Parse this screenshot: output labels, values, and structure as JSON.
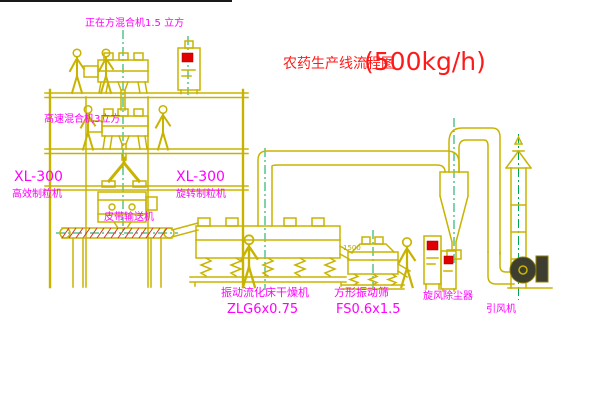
{
  "title": {
    "main": "农药生产线流程图",
    "capacity": "(500kg/h)"
  },
  "labels": {
    "mixer_top": "正在方混合机1.5 立方",
    "mixer_mid": "高速混合机3立方",
    "xl300_left": "XL-300",
    "granulator_left": "高效制粒机",
    "xl300_mid": "XL-300",
    "granulator_mid": "旋转制粒机",
    "belt_conveyor": "皮带输送机",
    "dryer": "振动流化床干燥机",
    "dryer_model": "ZLG6x0.75",
    "screen": "方形振动筛",
    "screen_model": "FS0.6x1.5",
    "cyclone": "旋风除尘器",
    "fan": "引风机",
    "dim_1500": "1500"
  },
  "colors": {
    "line": "#c8b400",
    "label": "#ff00ff",
    "title": "#ff1a1a",
    "centerline": "#00a650",
    "hatch": "#d03030",
    "panel_indicator": "#e00000",
    "motor_dark": "#3d3d30",
    "background": "#ffffff"
  }
}
